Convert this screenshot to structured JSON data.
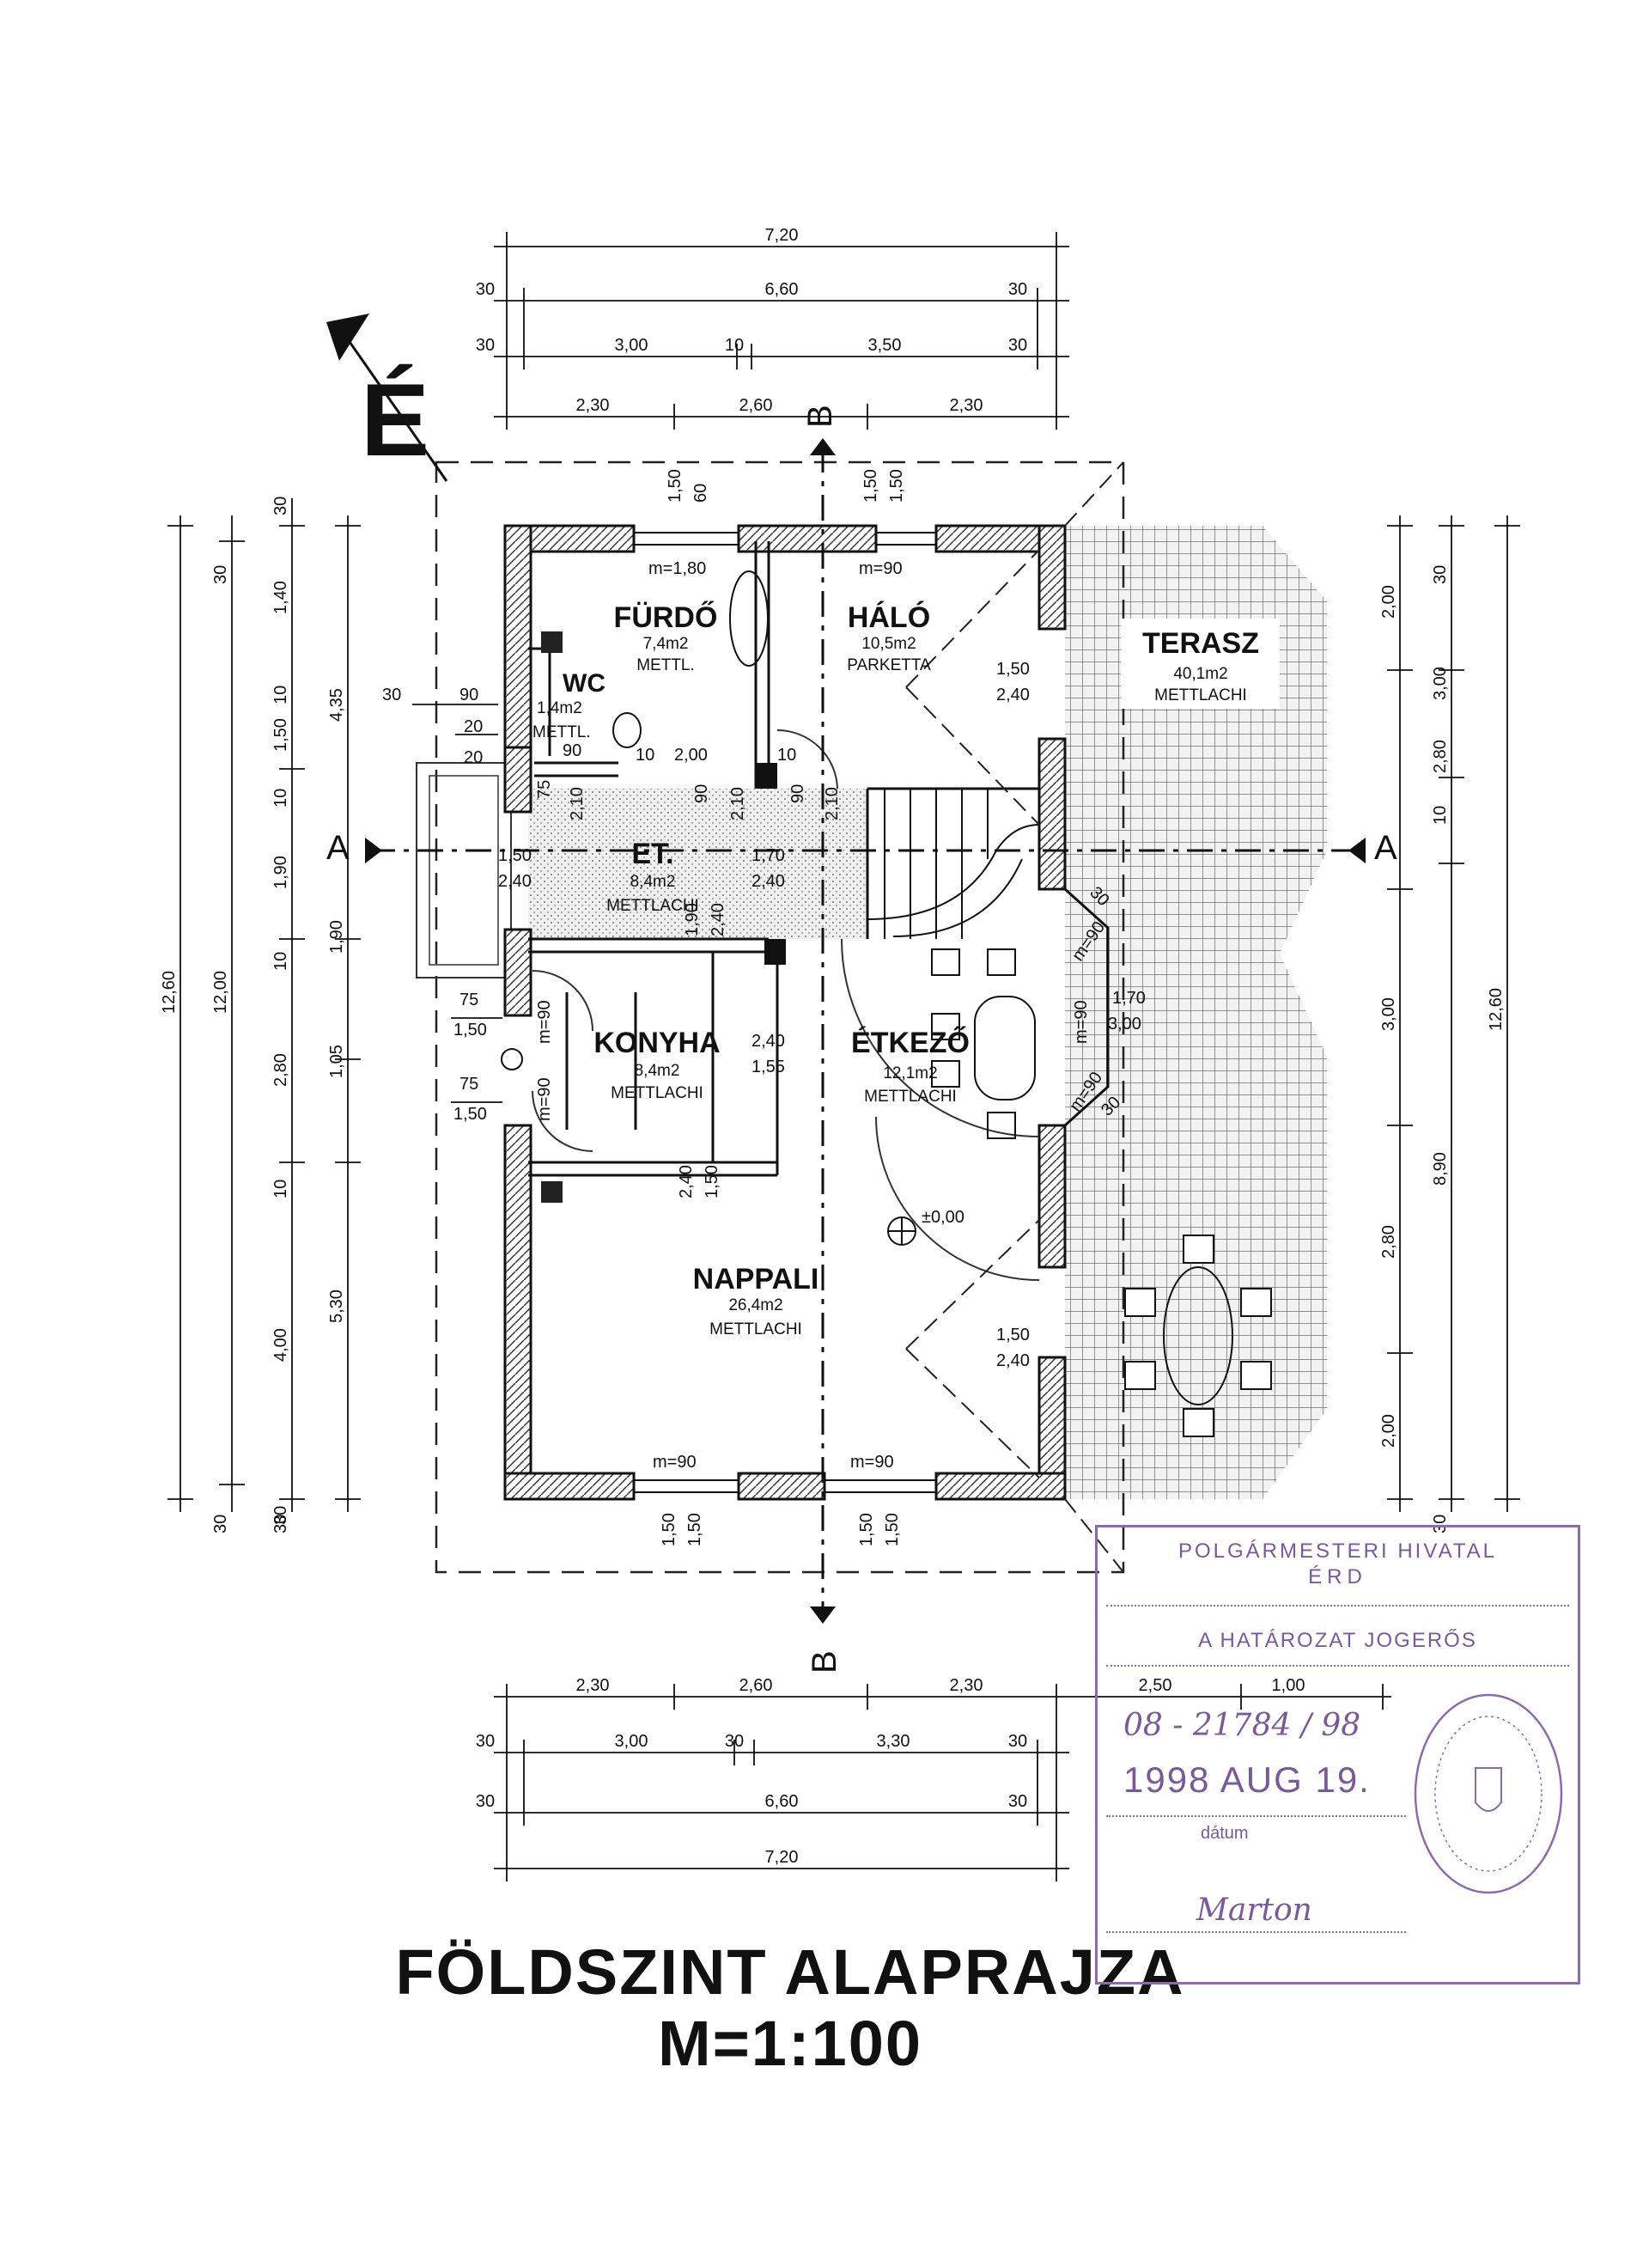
{
  "dimensions_top": {
    "overall": "7,20",
    "row2": [
      "30",
      "6,60",
      "30"
    ],
    "row3": [
      "30",
      "3,00",
      "10",
      "3,50",
      "30"
    ],
    "row4": [
      "2,30",
      "2,60",
      "2,30"
    ]
  },
  "dimensions_bottom": {
    "row1": [
      "2,30",
      "2,60",
      "2,30"
    ],
    "extra": [
      "2,50",
      "1,00"
    ],
    "row2": [
      "30",
      "3,00",
      "30",
      "3,30",
      "30"
    ],
    "row3": [
      "30",
      "6,60",
      "30"
    ],
    "overall": "7,20"
  },
  "dimensions_left": {
    "overall": "12,60",
    "inner": "12,00",
    "chain": [
      "30",
      "1,40",
      "10",
      "1,50",
      "10",
      "1,90",
      "10",
      "2,80",
      "10",
      "4,00",
      "30"
    ],
    "chain2": [
      "4,35",
      "1,90",
      "1,05",
      "5,30"
    ],
    "top_small": [
      "30",
      "30"
    ],
    "wc_dims": [
      "30",
      "90",
      "20",
      "20"
    ],
    "door_a": [
      "75",
      "1,50"
    ],
    "door_b": [
      "75",
      "1,50"
    ],
    "bottom_small": [
      "30",
      "30"
    ]
  },
  "dimensions_right": {
    "overall": "12,60",
    "chain": [
      "30",
      "2,00",
      "3,00",
      "2,80",
      "10",
      "3,00",
      "2,80",
      "2,00",
      "30"
    ],
    "sub": "8,90"
  },
  "openings": {
    "fur_top": [
      "1,50",
      "60"
    ],
    "halo_top": [
      "1,50",
      "1,50"
    ],
    "fur_window": "m=1,80",
    "halo_window": "m=90",
    "terasz_door": [
      "1,50",
      "2,40"
    ],
    "terasz_door2": [
      "1,50",
      "2,40"
    ],
    "et_door": [
      "1,50",
      "2,40"
    ],
    "et_mid": [
      "1,70",
      "2,40"
    ],
    "et_v": [
      "1,90",
      "2,40"
    ],
    "wc_door": [
      "10",
      "2,00",
      "10"
    ],
    "hall_small": [
      "75",
      "2,10",
      "90",
      "90",
      "2,10",
      "90",
      "2,10"
    ],
    "konyha_m1": "m=90",
    "konyha_m2": "m=90",
    "konyha_pass": [
      "2,40",
      "1,55"
    ],
    "konyha_pass2": [
      "2,40",
      "1,50"
    ],
    "etkezo_bay": [
      "m=90",
      "m=90",
      "m=90",
      "1,70",
      "3,00"
    ],
    "bay_small": [
      "30",
      "30"
    ],
    "nappali_w1": "m=90",
    "nappali_w2": "m=90",
    "bottom_open1": [
      "1,50",
      "1,50"
    ],
    "bottom_open2": [
      "1,50",
      "1,50"
    ],
    "level": "±0,00"
  },
  "rooms": {
    "furdo": {
      "name": "FÜRDŐ",
      "area": "7,4m2",
      "floor": "METTL."
    },
    "wc": {
      "name": "WC",
      "area": "1,4m2",
      "floor": "METTL."
    },
    "halo": {
      "name": "HÁLÓ",
      "area": "10,5m2",
      "floor": "PARKETTA"
    },
    "terasz": {
      "name": "TERASZ",
      "area": "40,1m2",
      "floor": "METTLACHI"
    },
    "et": {
      "name": "ET.",
      "area": "8,4m2",
      "floor": "METTLACHI"
    },
    "konyha": {
      "name": "KONYHA",
      "area": "8,4m2",
      "floor": "METTLACHI"
    },
    "etkezo": {
      "name": "ÉTKEZŐ",
      "area": "12,1m2",
      "floor": "METTLACHI"
    },
    "nappali": {
      "name": "NAPPALI",
      "area": "26,4m2",
      "floor": "METTLACHI"
    }
  },
  "section_marks": {
    "a_left": "A",
    "a_right": "A",
    "b_top": "B",
    "b_bottom": "B"
  },
  "north": "É",
  "title": {
    "line1": "FÖLDSZINT ALAPRAJZA",
    "line2": "M=1:100"
  },
  "stamp": {
    "office": "POLGÁRMESTERI HIVATAL",
    "town": "ÉRD",
    "status": "A HATÁROZAT JOGERŐS",
    "number": "08 - 21784 / 98",
    "date": "1998 AUG 19.",
    "date_label": "dátum",
    "signature": "Marton"
  }
}
